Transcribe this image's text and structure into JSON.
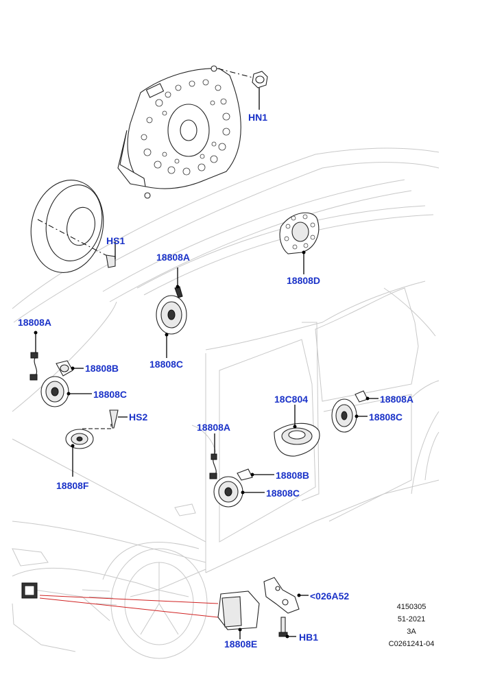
{
  "callouts": {
    "hn1": "HN1",
    "hs1": "HS1",
    "a_roof": "18808A",
    "d_roof": "18808D",
    "c_roof": "18808C",
    "a_left": "18808A",
    "b_left": "18808B",
    "c_left": "18808C",
    "hs2": "HS2",
    "f_left": "18808F",
    "a_door": "18808A",
    "b_door": "18808B",
    "c_door": "18808C",
    "c804": "18C804",
    "a_rear": "18808A",
    "c_rear": "18808C",
    "e_module": "18808E",
    "a52": "<026A52",
    "hb1": "HB1"
  },
  "reference": {
    "line1": "4150305",
    "line2": "51-2021",
    "line3": "3A",
    "line4": "C0261241-04"
  },
  "colors": {
    "callout": "#1a32c8",
    "outline": "#c8c8c8",
    "leader_red": "#d02020"
  }
}
